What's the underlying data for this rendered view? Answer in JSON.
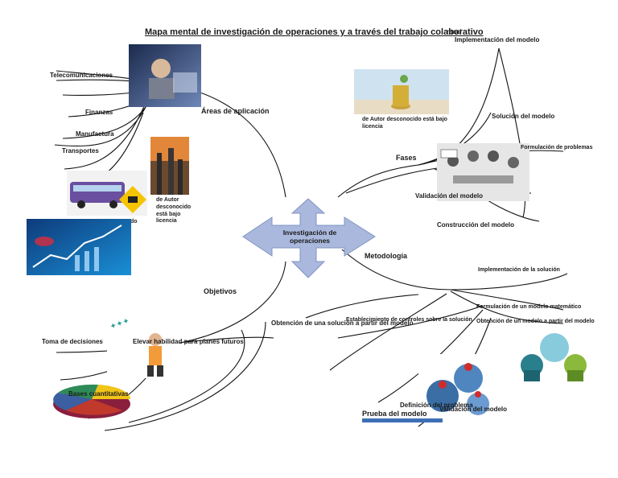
{
  "title": "Mapa mental de investigación de operaciones y a través del trabajo colaborativo",
  "title_overlap": "ntaci",
  "center": {
    "label": "Investigación de operaciones",
    "color": "#a9b8dc"
  },
  "branches": {
    "areas": {
      "label": "Áreas de aplicación",
      "items": [
        "Telecomunicaciones",
        "Finanzas",
        "Manufactura",
        "Transportes"
      ],
      "caption": "de Autor desconocido está bajo licencia"
    },
    "metodologia": {
      "label": "Metodología",
      "fases_label": "Fases",
      "fases": [
        "Implementación del modelo",
        "Solución del modelo",
        "Formulación de problemas",
        "Validación del modelo",
        "Construcción del modelo"
      ],
      "fases_caption": "de Autor desconocido está bajo licencia",
      "steps": [
        "Implementación de la solución",
        "Formulación de un modelo matemático",
        "Obtención de un modelo a partir del modelo",
        "Establecimiento de controles sobre la solución",
        "Definición del problema",
        "Validación del modelo",
        "Prueba del modelo"
      ]
    },
    "objetivos": {
      "label": "Objetivos",
      "items": [
        "Obtención de una solución a partir del modelo",
        "Toma de decisiones",
        "Elevar habilidad para planes futuros",
        "Bases cuantitativas"
      ],
      "caption_partial": "do"
    }
  },
  "icons": [
    "woman-laptop-photo",
    "coins-plant-photo",
    "refinery-photo",
    "bus-photo",
    "stocks-chart-photo",
    "team-sketch-photo",
    "people-network-photo",
    "gear-people-photo",
    "pie-chart-3d-photo",
    "worker-photo"
  ]
}
